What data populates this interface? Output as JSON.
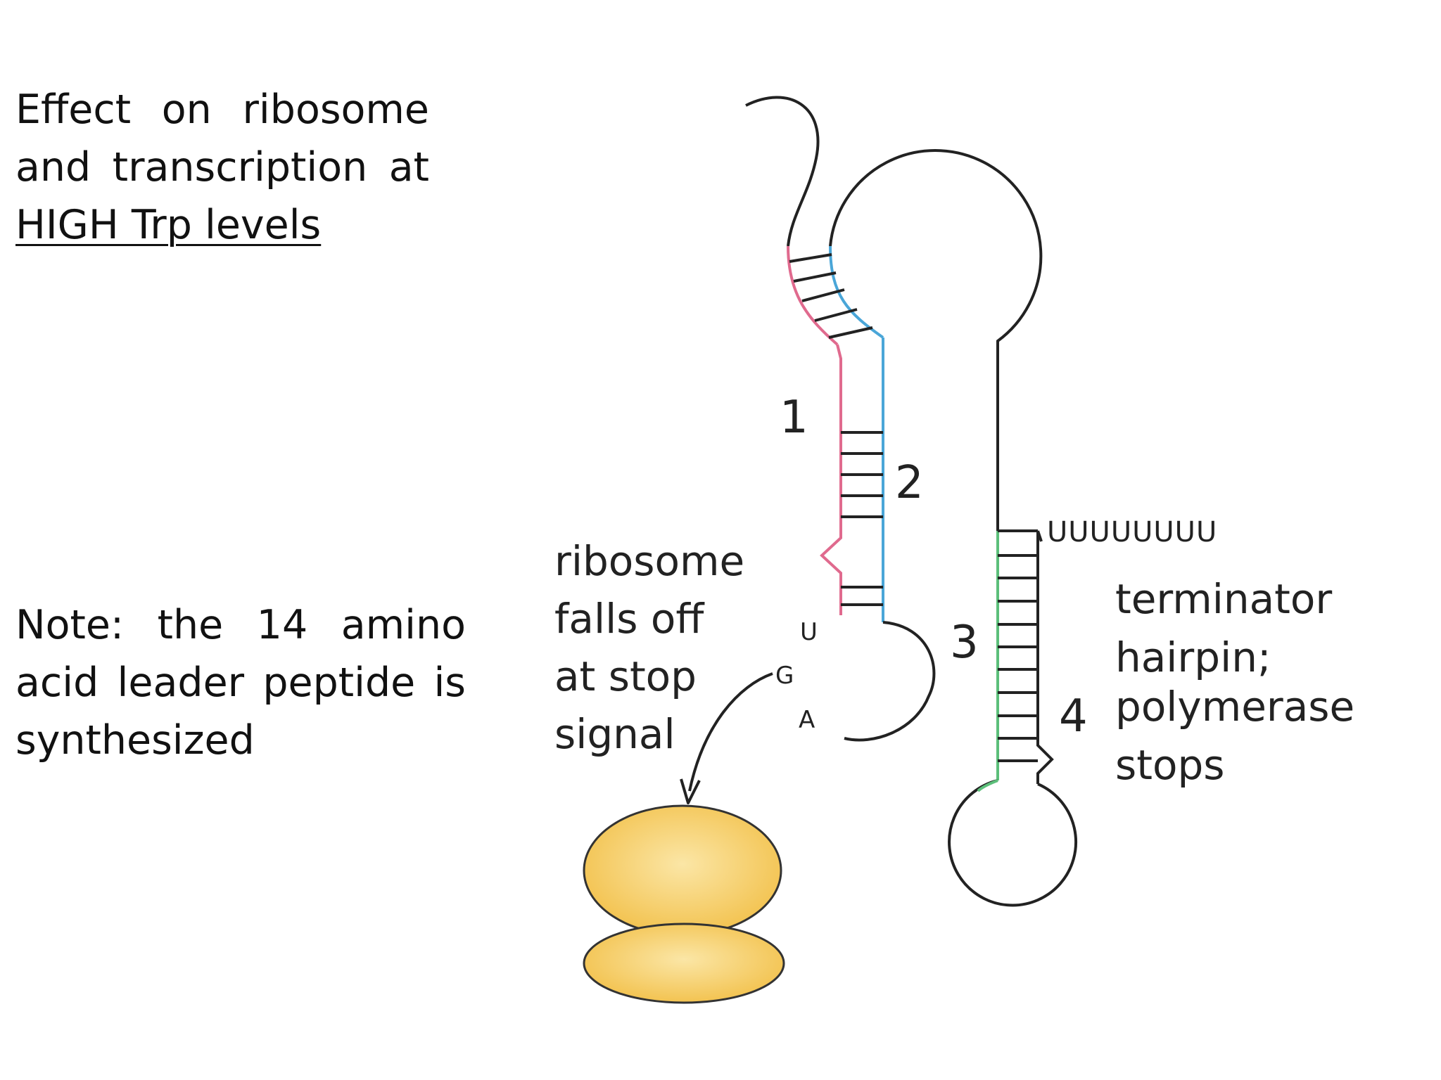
{
  "heading": {
    "line1": "Effect on ribosome",
    "line2": "and transcription at",
    "line3": "HIGH Trp levels"
  },
  "note": {
    "line1": "Note: the 14 amino",
    "line2": "acid leader peptide is",
    "line3": "synthesized"
  },
  "diagram": {
    "region_1": "1",
    "region_2": "2",
    "region_3": "3",
    "region_4": "4",
    "stop_codon": [
      "U",
      "G",
      "A"
    ],
    "poly_u": "UUUUUUUU",
    "ribosome_label": [
      "ribosome",
      "falls off",
      "at stop",
      "signal"
    ],
    "terminator_label": [
      "terminator",
      "hairpin;",
      "polymerase",
      "stops"
    ],
    "colors": {
      "region_1": "#e06a8e",
      "region_2": "#4aa6d8",
      "region_3_4": "#5cbf7a",
      "strand": "#222222",
      "ribosome_fill": "#f6c95a",
      "ribosome_stroke": "#333333"
    }
  }
}
